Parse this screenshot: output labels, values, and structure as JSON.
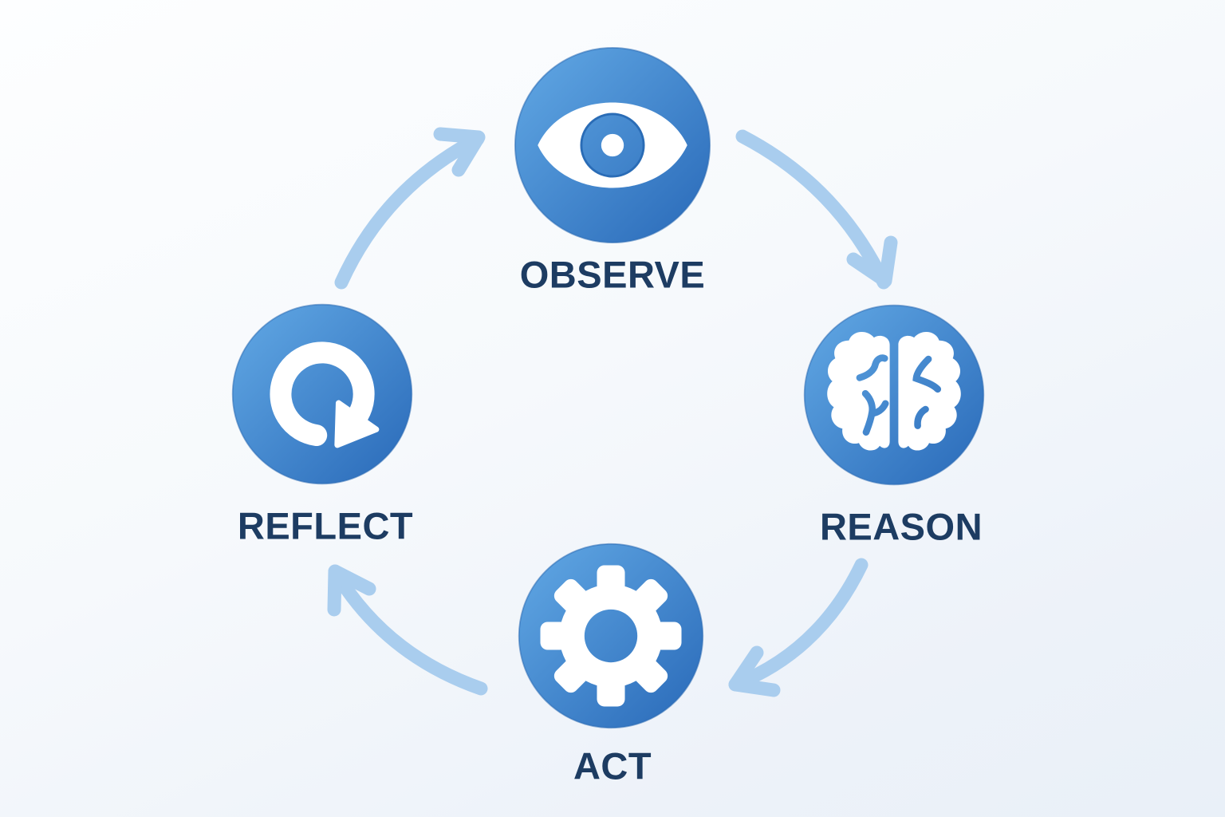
{
  "diagram": {
    "type": "cycle",
    "description": "Agent loop cycle diagram with four steps connected clockwise by curved arrows",
    "nodes": [
      {
        "id": "observe",
        "label": "OBSERVE",
        "icon": "eye-icon"
      },
      {
        "id": "reason",
        "label": "REASON",
        "icon": "brain-icon"
      },
      {
        "id": "act",
        "label": "ACT",
        "icon": "gear-icon"
      },
      {
        "id": "reflect",
        "label": "REFLECT",
        "icon": "redo-arrow-icon"
      }
    ],
    "arrows": [
      {
        "from": "OBSERVE",
        "to": "REASON"
      },
      {
        "from": "REASON",
        "to": "ACT"
      },
      {
        "from": "ACT",
        "to": "REFLECT"
      },
      {
        "from": "REFLECT",
        "to": "OBSERVE"
      }
    ],
    "colors": {
      "node_gradient_start": "#5ca2e0",
      "node_gradient_end": "#2f70bd",
      "node_rim": "#2a6ab2",
      "icon": "#ffffff",
      "arrow": "#a9cdee",
      "label": "#1d3c62",
      "background_top": "#fdfeff",
      "background_bottom": "#e9f0f8"
    }
  }
}
